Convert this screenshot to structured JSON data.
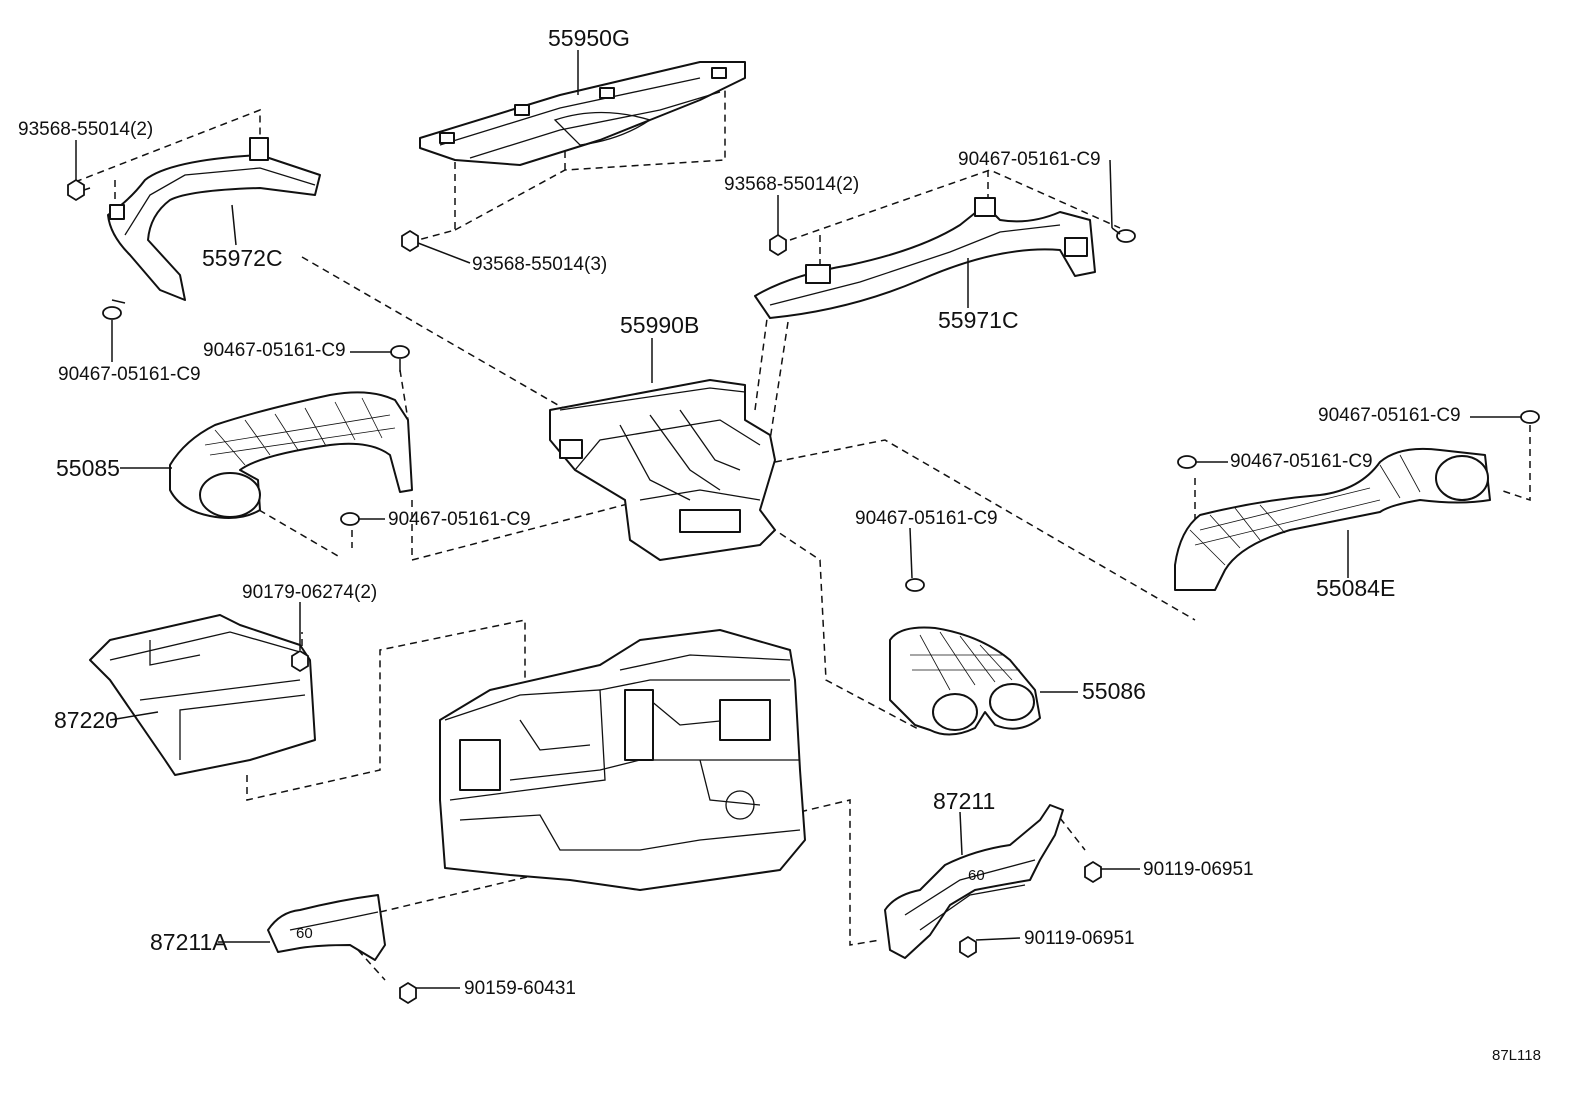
{
  "parts": {
    "p55950G": "55950G",
    "p55972C": "55972C",
    "p55971C": "55971C",
    "p55990B": "55990B",
    "p55085": "55085",
    "p55084E": "55084E",
    "p55086": "55086",
    "p87220": "87220",
    "p87211": "87211",
    "p87211A": "87211A"
  },
  "fasteners": {
    "f93568_2_left": "93568-55014(2)",
    "f93568_2_right": "93568-55014(2)",
    "f93568_3": "93568-55014(3)",
    "f90467_a": "90467-05161-C9",
    "f90467_b": "90467-05161-C9",
    "f90467_c": "90467-05161-C9",
    "f90467_d": "90467-05161-C9",
    "f90467_e": "90467-05161-C9",
    "f90467_f": "90467-05161-C9",
    "f90467_g": "90467-05161-C9",
    "f90179": "90179-06274(2)",
    "f90119_a": "90119-06951",
    "f90119_b": "90119-06951",
    "f90159": "90159-60431"
  },
  "illustration_code": "87L118"
}
